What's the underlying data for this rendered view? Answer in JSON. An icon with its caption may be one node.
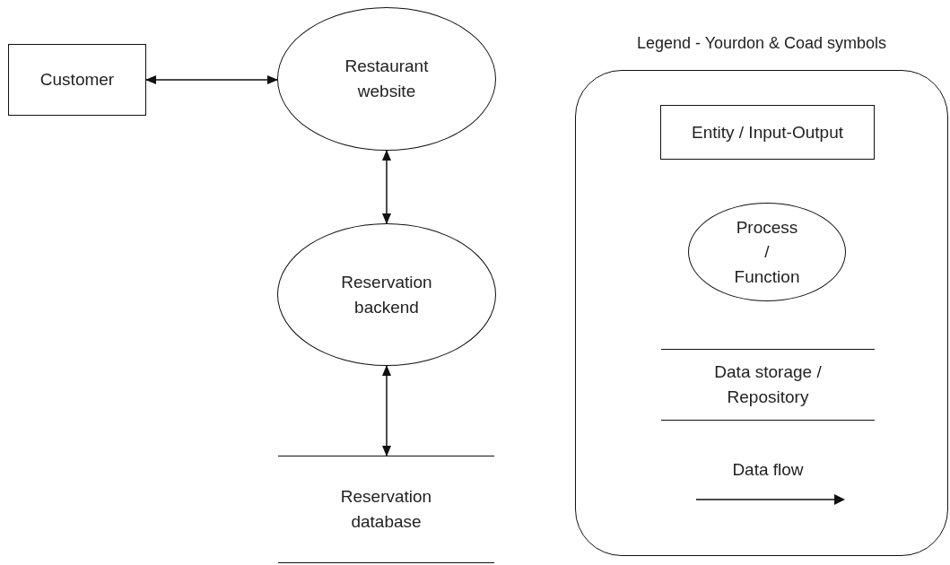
{
  "diagram": {
    "nodes": [
      {
        "text": [
          "Customer"
        ]
      },
      {
        "text": [
          "Restaurant website"
        ]
      },
      {
        "text": [
          "Reservation backend"
        ]
      },
      {
        "text": [
          "Reservation database"
        ]
      },
      {
        "text": [
          "Legend - Yourdon & Coad symbols"
        ]
      },
      {
        "text": [
          "Entity / Input-Output"
        ],
        "in": 4
      },
      {
        "text": [
          "Process / Function"
        ],
        "in": 4
      },
      {
        "text": [
          "Data storage / Repository"
        ],
        "in": 4
      },
      {
        "text": [
          "Data flow"
        ],
        "in": 4
      }
    ],
    "edges": [
      {
        "from": 0,
        "to": 1,
        "arrow": "both"
      },
      {
        "from": 1,
        "to": 2,
        "arrow": "both"
      },
      {
        "from": 2,
        "to": 3,
        "arrow": "both"
      }
    ]
  }
}
